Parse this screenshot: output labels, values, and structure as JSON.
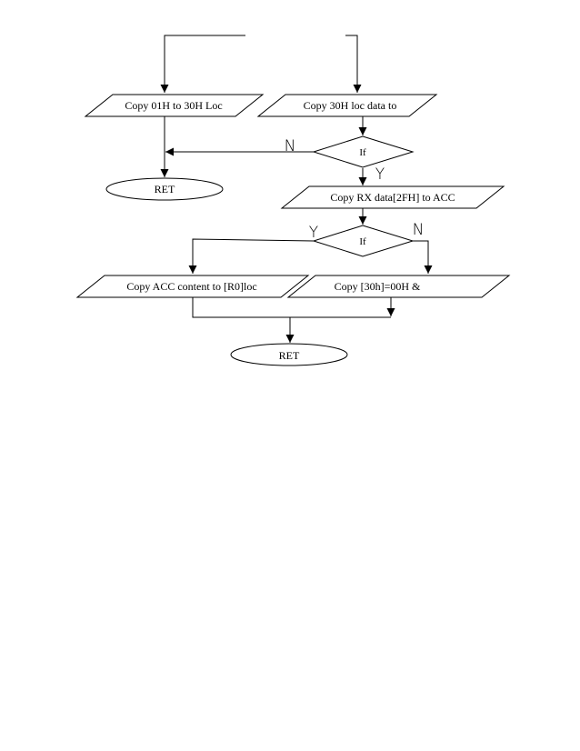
{
  "flowchart": {
    "nodes": {
      "copy_01h": "Copy 01H to 30H Loc",
      "copy_30h": "Copy 30H loc data to",
      "decision_1": "If",
      "ret_1": "RET",
      "copy_rx": "Copy RX data[2FH] to ACC",
      "decision_2": "If",
      "copy_acc": "Copy ACC content to [R0]loc",
      "copy_30h_00h": "Copy [30h]=00H &",
      "ret_2": "RET"
    },
    "branch_labels": {
      "decision_1_no": "N",
      "decision_1_yes": "Y",
      "decision_2_yes": "Y",
      "decision_2_no": "N"
    }
  },
  "colors": {
    "stroke": "#000000",
    "fill": "#ffffff"
  }
}
